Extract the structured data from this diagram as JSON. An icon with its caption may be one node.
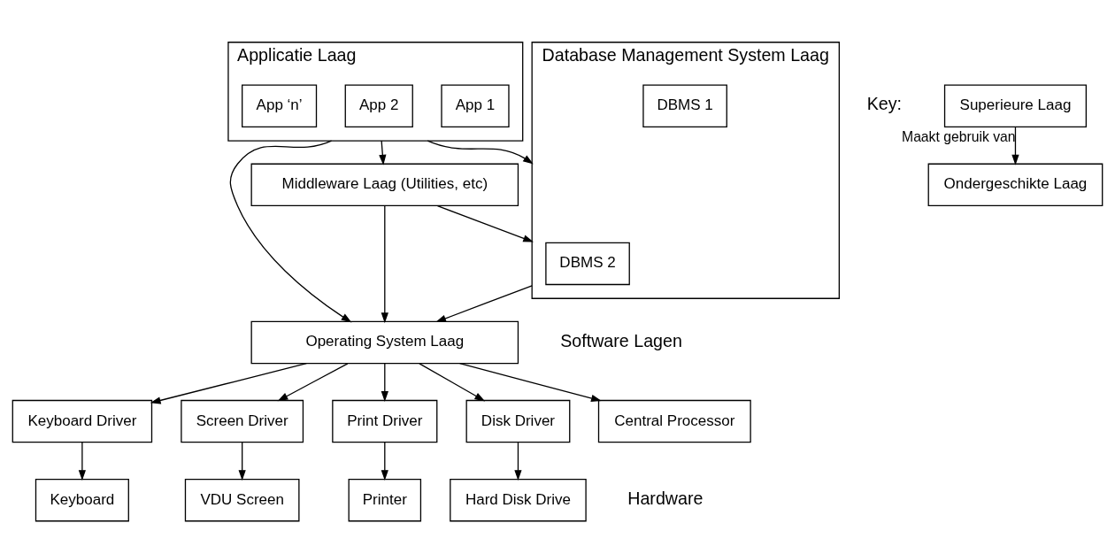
{
  "diagram": {
    "nodes": [
      {
        "text": [
          "Applicatie Laag"
        ]
      },
      {
        "text": [
          "App 1"
        ],
        "in": 0
      },
      {
        "text": [
          "App 2"
        ],
        "in": 0
      },
      {
        "text": [
          "App ‘n’"
        ],
        "in": 0
      },
      {
        "text": [
          "Middleware Laag (Utilities, etc)"
        ]
      },
      {
        "text": [
          "Database Management System Laag"
        ]
      },
      {
        "text": [
          "DBMS 1"
        ],
        "in": 5
      },
      {
        "text": [
          "DBMS 2"
        ],
        "in": 5
      },
      {
        "text": [
          "Operating System Laag"
        ]
      },
      {
        "text": [
          "Keyboard Driver"
        ]
      },
      {
        "text": [
          "Screen Driver"
        ]
      },
      {
        "text": [
          "Print Driver"
        ]
      },
      {
        "text": [
          "Disk Driver"
        ]
      },
      {
        "text": [
          "Keyboard"
        ]
      },
      {
        "text": [
          "VDU Screen"
        ]
      },
      {
        "text": [
          "Printer"
        ]
      },
      {
        "text": [
          "Hard Disk Drive"
        ]
      },
      {
        "text": [
          "Central Processor"
        ]
      },
      {
        "text": [
          "Superieure Laag"
        ]
      },
      {
        "text": [
          "Ondergeschikte Laag"
        ]
      }
    ],
    "edges": [
      {
        "from": 0,
        "to": 8,
        "arrow": "to"
      },
      {
        "from": 0,
        "to": 5,
        "arrow": "to"
      },
      {
        "from": 0,
        "to": 4,
        "arrow": "to"
      },
      {
        "from": 4,
        "to": 5,
        "arrow": "to"
      },
      {
        "from": 4,
        "to": 8,
        "arrow": "to"
      },
      {
        "from": 5,
        "to": 8,
        "arrow": "to"
      },
      {
        "from": 8,
        "to": 9,
        "arrow": "to"
      },
      {
        "from": 8,
        "to": 10,
        "arrow": "to"
      },
      {
        "from": 8,
        "to": 11,
        "arrow": "to"
      },
      {
        "from": 8,
        "to": 12,
        "arrow": "to"
      },
      {
        "from": 8,
        "to": 17,
        "arrow": "to"
      },
      {
        "from": 9,
        "to": 13,
        "arrow": "to"
      },
      {
        "from": 10,
        "to": 14,
        "arrow": "to"
      },
      {
        "from": 11,
        "to": 15,
        "arrow": "to"
      },
      {
        "from": 12,
        "to": 16,
        "arrow": "to"
      },
      {
        "from": 18,
        "to": 19,
        "label": "Maakt gebruik van",
        "arrow": "to"
      }
    ],
    "labels": [
      "Key:",
      "Software Lagen",
      "Hardware"
    ]
  }
}
